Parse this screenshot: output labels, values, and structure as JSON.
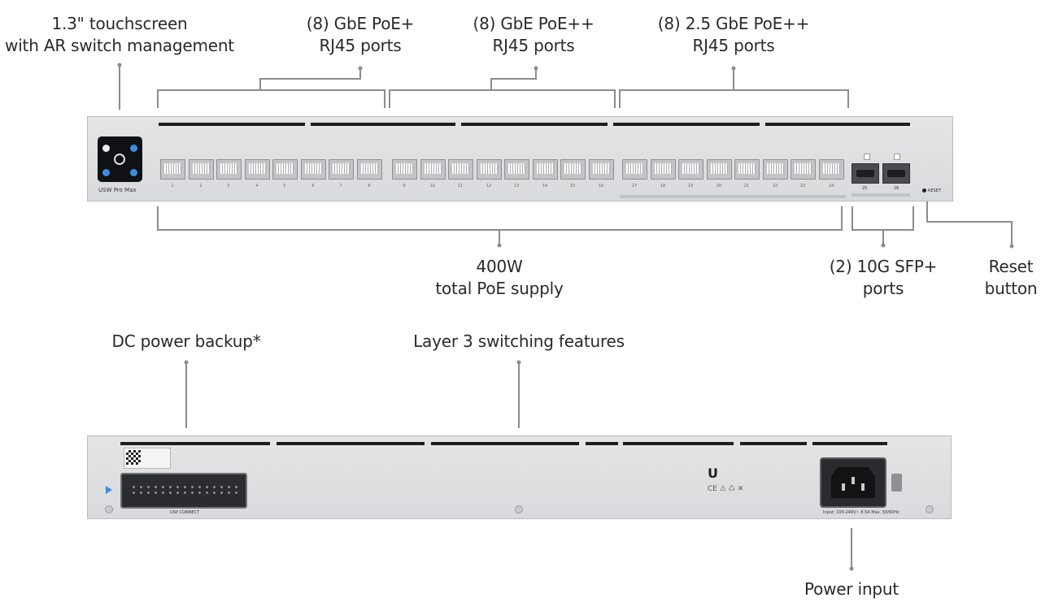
{
  "callouts": {
    "touchscreen": [
      "1.3\" touchscreen",
      "with AR switch management"
    ],
    "gbe_poe_plus": [
      "(8) GbE PoE+",
      "RJ45 ports"
    ],
    "gbe_poe_plusplus": [
      "(8) GbE PoE++",
      "RJ45 ports"
    ],
    "twopointfive_gbe": [
      "(8) 2.5 GbE PoE++",
      "RJ45 ports"
    ],
    "poe_supply": [
      "400W",
      "total PoE supply"
    ],
    "sfp_ports": [
      "(2) 10G SFP+",
      "ports"
    ],
    "reset": [
      "Reset",
      "button"
    ],
    "dc_backup": "DC power backup*",
    "layer3": "Layer 3 switching features",
    "power_input": "Power input"
  },
  "front_panel": {
    "model_label": "USW Pro Max",
    "reset_label": "RESET",
    "port_labels": [
      "1",
      "2",
      "3",
      "4",
      "5",
      "6",
      "7",
      "8",
      "9",
      "10",
      "11",
      "12",
      "13",
      "14",
      "15",
      "16",
      "17",
      "18",
      "19",
      "20",
      "21",
      "22",
      "23",
      "24"
    ],
    "sfp_labels": [
      "25",
      "26"
    ]
  },
  "rear_panel": {
    "connector_label": "USP CONNECT",
    "power_spec": "Input: 100-240V~ 8.5A Max. 50/60Hz"
  },
  "colors": {
    "chassis": "#dcdddf",
    "leader_lines": "#8a8a8a",
    "accent_led": "#3a8ee8"
  }
}
